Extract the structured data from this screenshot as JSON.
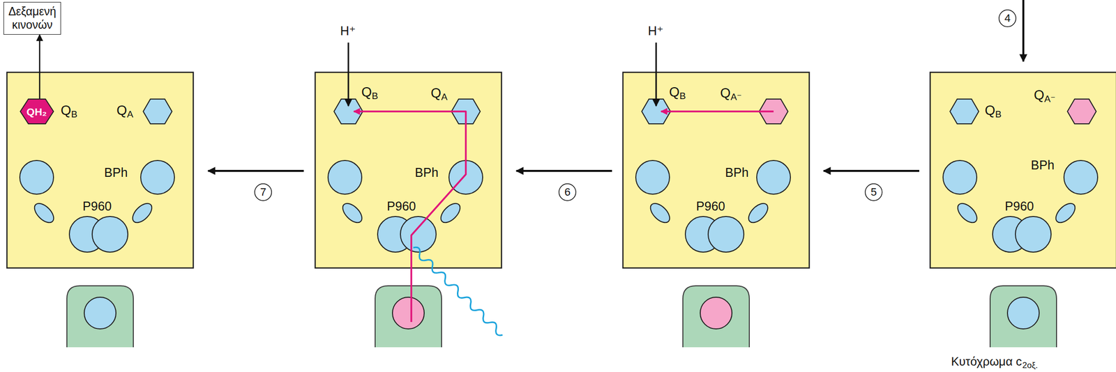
{
  "diagram": {
    "nodes": [
      {
        "text": [
          "Δεξαμενή κινονών"
        ]
      },
      {
        "text": [
          "QH₂",
          "QB"
        ]
      }
    ],
    "edges": [
      {
        "from": 1,
        "to": 0,
        "arrow": "to"
      }
    ],
    "labels": [
      "QA",
      "BPh",
      "P960",
      "7",
      "H⁺",
      "QB",
      "QA",
      "BPh",
      "P960",
      "6",
      "H⁺",
      "QB",
      "QA⁻",
      "BPh",
      "P960",
      "5",
      "4",
      "QB",
      "QA⁻",
      "BPh",
      "P960",
      "Κυτόχρωμα c",
      "2οξ."
    ]
  }
}
